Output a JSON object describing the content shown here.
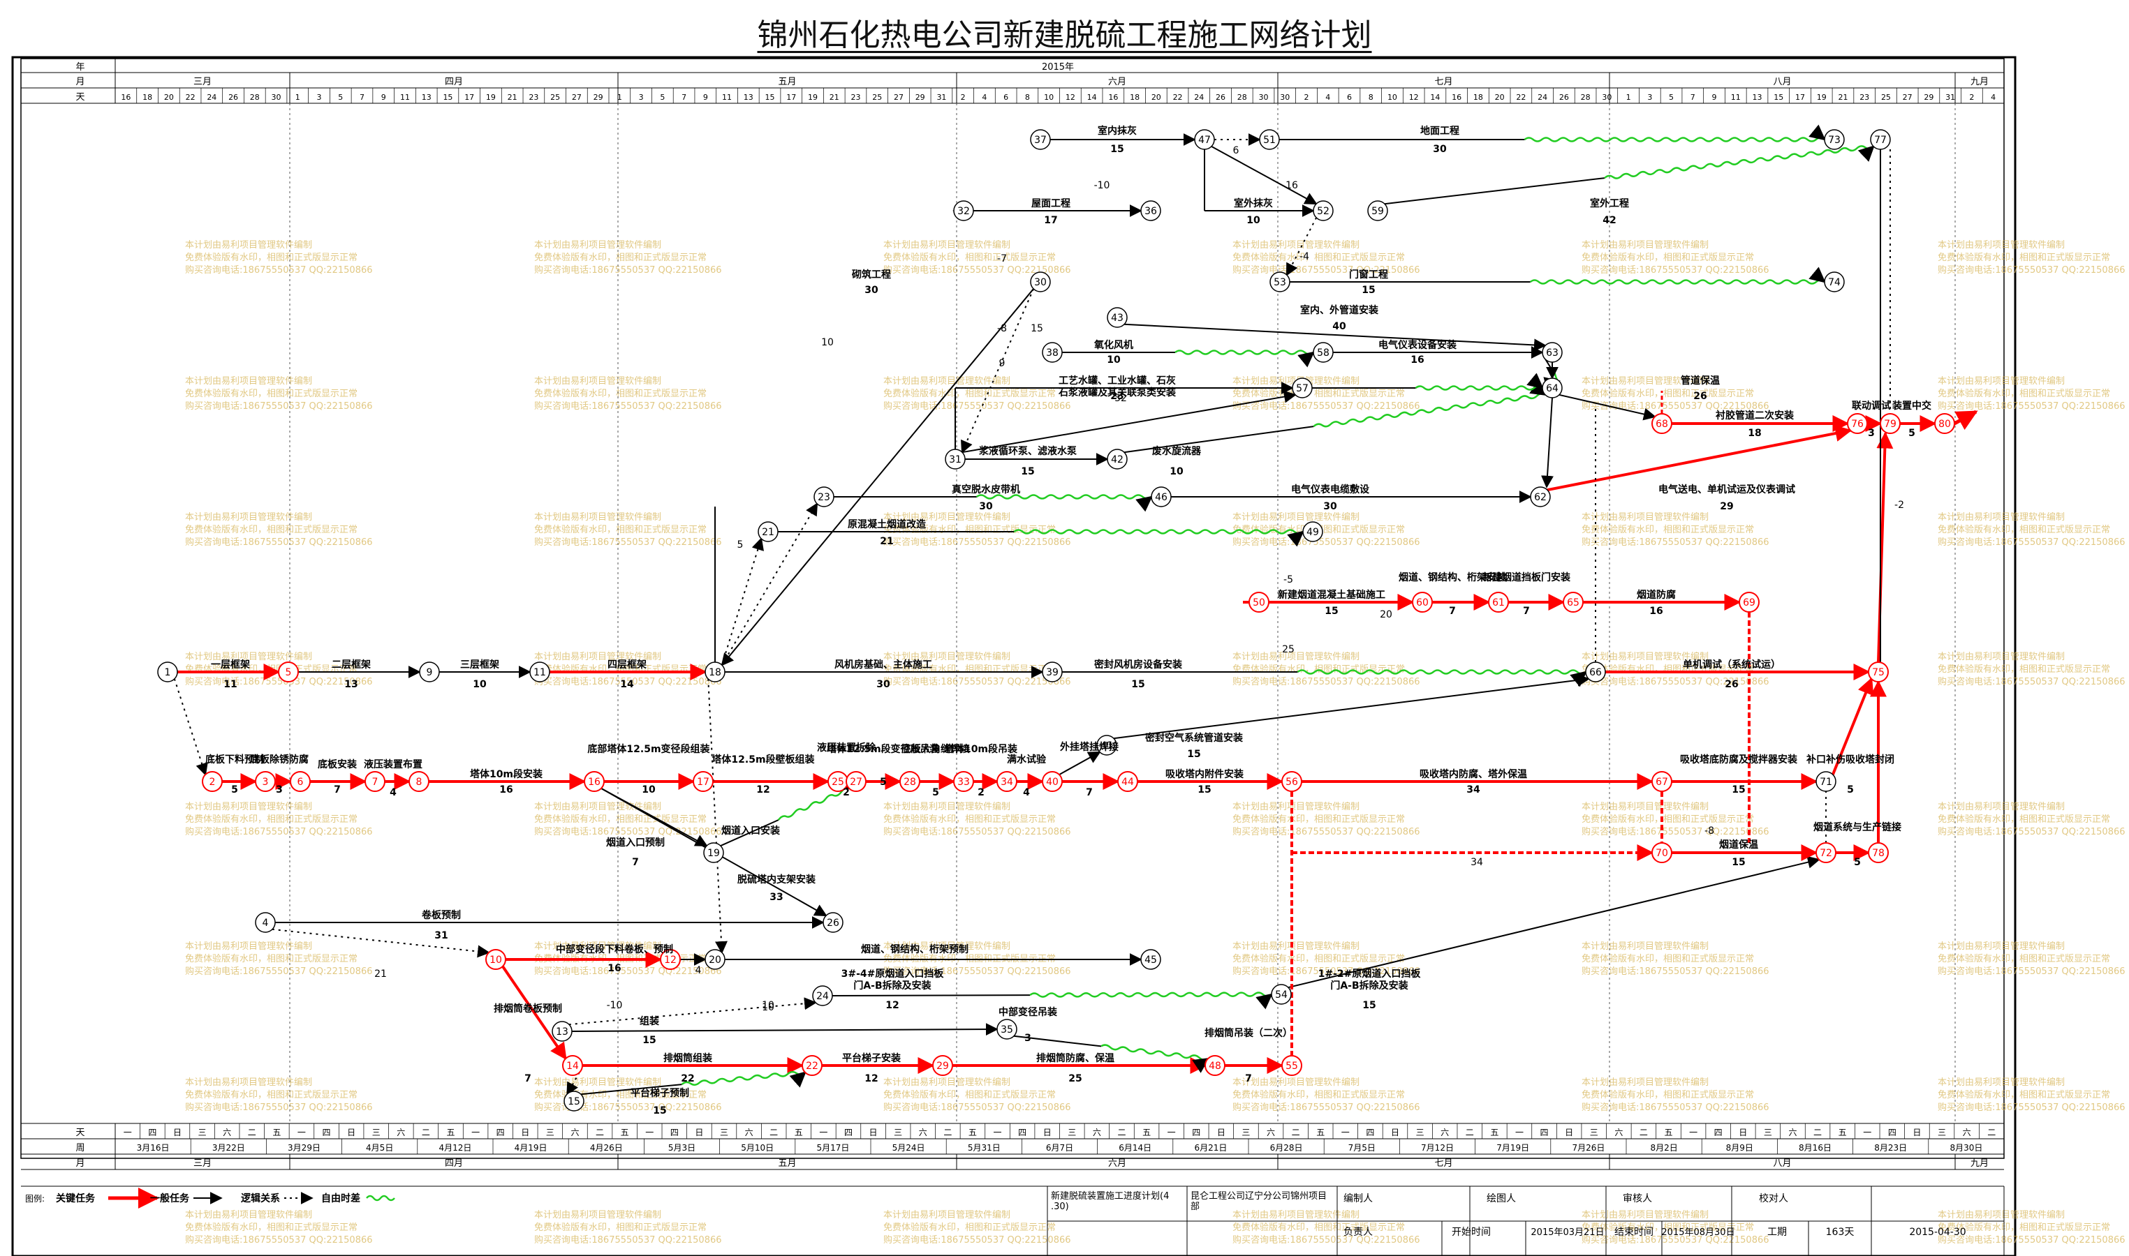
{
  "title": "锦州石化热电公司新建脱硫工程施工网络计划",
  "header": {
    "row_labels": {
      "year": "年",
      "month": "月",
      "day": "天"
    },
    "year": "2015年",
    "months": [
      "三月",
      "四月",
      "五月",
      "六月",
      "七月",
      "八月",
      "九月"
    ],
    "days": [
      "16",
      "18",
      "20",
      "22",
      "24",
      "26",
      "28",
      "30",
      "1",
      "3",
      "5",
      "7",
      "9",
      "11",
      "13",
      "15",
      "17",
      "19",
      "21",
      "23",
      "25",
      "27",
      "29",
      "1",
      "3",
      "5",
      "7",
      "9",
      "11",
      "13",
      "15",
      "17",
      "19",
      "21",
      "23",
      "25",
      "27",
      "29",
      "31",
      "2",
      "4",
      "6",
      "8",
      "10",
      "12",
      "14",
      "16",
      "18",
      "20",
      "22",
      "24",
      "26",
      "28",
      "30",
      "30",
      "2",
      "4",
      "6",
      "8",
      "10",
      "12",
      "14",
      "16",
      "18",
      "20",
      "22",
      "24",
      "26",
      "28",
      "30",
      "1",
      "3",
      "5",
      "7",
      "9",
      "11",
      "13",
      "15",
      "17",
      "19",
      "21",
      "23",
      "25",
      "27",
      "29",
      "31",
      "2",
      "4"
    ]
  },
  "footer": {
    "row_labels": {
      "day": "天",
      "week": "周",
      "month": "月"
    },
    "weekdays": [
      "一",
      "四",
      "日",
      "三",
      "六",
      "二",
      "五",
      "一",
      "四",
      "日",
      "三",
      "六",
      "二",
      "五",
      "一",
      "四",
      "日",
      "三",
      "六",
      "二",
      "五",
      "一",
      "四",
      "日",
      "三",
      "六",
      "二",
      "五",
      "一",
      "四",
      "日",
      "三",
      "六",
      "二",
      "五",
      "一",
      "四",
      "日",
      "三",
      "六",
      "二",
      "五",
      "一",
      "四",
      "日",
      "三",
      "六",
      "二",
      "五",
      "一",
      "四",
      "日",
      "三",
      "六",
      "二",
      "五",
      "一",
      "四",
      "日",
      "三",
      "六",
      "二",
      "五",
      "一",
      "四",
      "日",
      "三",
      "六",
      "二",
      "五",
      "一",
      "四",
      "日",
      "三",
      "六",
      "二"
    ],
    "weeks": [
      "3月16日",
      "3月22日",
      "3月29日",
      "4月5日",
      "4月12日",
      "4月19日",
      "4月26日",
      "5月3日",
      "5月10日",
      "5月17日",
      "5月24日",
      "5月31日",
      "6月7日",
      "6月14日",
      "6月21日",
      "6月28日",
      "7月5日",
      "7月12日",
      "7月19日",
      "7月26日",
      "8月2日",
      "8月9日",
      "8月16日",
      "8月23日",
      "8月30日"
    ],
    "months": [
      "三月",
      "四月",
      "五月",
      "六月",
      "七月",
      "八月",
      "九月"
    ]
  },
  "legend": {
    "label": "图例:",
    "items": [
      "关键任务",
      "一般任务",
      "逻辑关系",
      "自由时差"
    ]
  },
  "info": {
    "project": "新建脱硫装置施工进度计划(4.30)",
    "org": "昆仑工程公司辽宁分公司锦州项目部",
    "editor_label": "编制人",
    "drawer_label": "绘图人",
    "reviewer_label": "审核人",
    "checker_label": "校对人",
    "owner_label": "负责人",
    "start_label": "开始时间",
    "start_value": "2015年03月21日",
    "end_label": "结束时间",
    "end_value": "2015年08月30日",
    "duration_label": "工期",
    "duration_value": "163天",
    "date_value": "2015-04-30"
  },
  "watermark": [
    "本计划由易利项目管理软件编制",
    "免费体验版有水印，相图和正式版显示正常",
    "购买咨询电话:18675550537 QQ:22150866"
  ],
  "colors": {
    "critical": "#ff0000",
    "normal": "#000000",
    "float": "#22cc22"
  },
  "tasks": [
    {
      "name": "一层框架",
      "dur": "11"
    },
    {
      "name": "二层框架",
      "dur": "13"
    },
    {
      "name": "三层框架",
      "dur": "10"
    },
    {
      "name": "四层框架",
      "dur": "14"
    },
    {
      "name": "风机房基础、主体施工",
      "dur": "30"
    },
    {
      "name": "密封风机房设备安装",
      "dur": "15"
    },
    {
      "name": "单机调试（系统试运）",
      "dur": "26"
    },
    {
      "name": "底板下料预制",
      "dur": "5"
    },
    {
      "name": "底板除锈防腐",
      "dur": "3"
    },
    {
      "name": "底板安装",
      "dur": "7"
    },
    {
      "name": "液压装置布置",
      "dur": "4"
    },
    {
      "name": "塔体10m段安装",
      "dur": "16"
    },
    {
      "name": "底部塔体12.5m变径段组装",
      "dur": "10"
    },
    {
      "name": "塔体12.5m段壁板组装",
      "dur": "12"
    },
    {
      "name": "液压装置拆除",
      "dur": "2"
    },
    {
      "name": "塔体12.5m段变径段吊装",
      "dur": "5"
    },
    {
      "name": "底板大角缝焊接",
      "dur": "5"
    },
    {
      "name": "塔体10m段吊装",
      "dur": "2"
    },
    {
      "name": "满水试验",
      "dur": "4"
    },
    {
      "name": "外挂塔挂焊接",
      "dur": "7"
    },
    {
      "name": "吸收塔内附件安装",
      "dur": "15"
    },
    {
      "name": "吸收塔内防腐、塔外保温",
      "dur": "34"
    },
    {
      "name": "吸收塔底防腐及搅拌器安装",
      "dur": "15"
    },
    {
      "name": "补口补伤吸收塔封闭",
      "dur": "5"
    },
    {
      "name": "密封空气系统管道安装",
      "dur": "15"
    },
    {
      "name": "烟道入口预制",
      "dur": "7"
    },
    {
      "name": "烟道入口安装",
      "dur": ""
    },
    {
      "name": "脱硫塔内支架安装",
      "dur": "33"
    },
    {
      "name": "卷板预制",
      "dur": "31"
    },
    {
      "name": "中部变径段下料卷板、预制",
      "dur": "16"
    },
    {
      "name": "烟道、钢结构、桁架预制",
      "dur": ""
    },
    {
      "name": "3#-4#原烟道入口挡板门A-B拆除及安装",
      "dur": "12"
    },
    {
      "name": "1#-2#原烟道入口挡板门A-B拆除及安装",
      "dur": "15"
    },
    {
      "name": "组装",
      "dur": "15"
    },
    {
      "name": "中部变径吊装",
      "dur": "3"
    },
    {
      "name": "排烟筒卷板预制",
      "dur": "7"
    },
    {
      "name": "排烟筒组装",
      "dur": "22"
    },
    {
      "name": "平台梯子安装",
      "dur": "12"
    },
    {
      "name": "排烟筒防腐、保温",
      "dur": "25"
    },
    {
      "name": "排烟筒吊装（二次）",
      "dur": "7"
    },
    {
      "name": "平台梯子预制",
      "dur": "15"
    },
    {
      "name": "室内抹灰",
      "dur": "15"
    },
    {
      "name": "地面工程",
      "dur": "30"
    },
    {
      "name": "屋面工程",
      "dur": "17"
    },
    {
      "name": "室外抹灰",
      "dur": "10"
    },
    {
      "name": "室外工程",
      "dur": "42"
    },
    {
      "name": "门窗工程",
      "dur": "15"
    },
    {
      "name": "砌筑工程",
      "dur": "30"
    },
    {
      "name": "室内、外管道安装",
      "dur": "40"
    },
    {
      "name": "氧化风机",
      "dur": "10"
    },
    {
      "name": "电气仪表设备安装",
      "dur": "16"
    },
    {
      "name": "工艺水罐、工业水罐、石灰石浆液罐及其关联泵类安装",
      "dur": "23"
    },
    {
      "name": "管道保温",
      "dur": "26"
    },
    {
      "name": "浆液循环泵、滤液水泵",
      "dur": "15"
    },
    {
      "name": "废水旋流器",
      "dur": "10"
    },
    {
      "name": "衬胶管道二次安装",
      "dur": "18"
    },
    {
      "name": "联动调试",
      "dur": "3"
    },
    {
      "name": "装置中交",
      "dur": "5"
    },
    {
      "name": "真空脱水皮带机",
      "dur": "30"
    },
    {
      "name": "电气仪表电缆敷设",
      "dur": "30"
    },
    {
      "name": "电气送电、单机试运及仪表调试",
      "dur": "29"
    },
    {
      "name": "原混凝土烟道改造",
      "dur": "21"
    },
    {
      "name": "新建烟道混凝土基础施工",
      "dur": "15"
    },
    {
      "name": "烟道、钢结构、桁架安装",
      "dur": "7"
    },
    {
      "name": "新建烟道挡板门安装",
      "dur": "7"
    },
    {
      "name": "烟道防腐",
      "dur": "16"
    },
    {
      "name": "烟道保温",
      "dur": "15"
    },
    {
      "name": "烟道系统与生产链接",
      "dur": "5"
    }
  ],
  "misc_labels": [
    "-10",
    "6",
    "16",
    "-7",
    "-4",
    "-8",
    "15",
    "10",
    "9",
    "32",
    "5",
    "-5",
    "-2",
    "-8",
    "25",
    "20",
    "4",
    "21",
    "-10",
    "10",
    "15",
    "10",
    "34"
  ]
}
